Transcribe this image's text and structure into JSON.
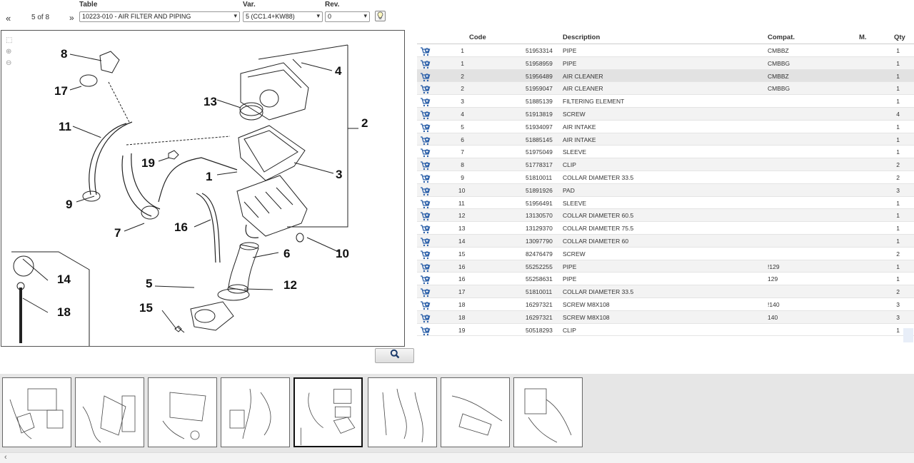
{
  "nav": {
    "prev": "«",
    "next": "»",
    "page_indicator": "5 of 8"
  },
  "selectors": {
    "table": {
      "label": "Table",
      "value": "10223-010 - AIR FILTER AND PIPING"
    },
    "var": {
      "label": "Var.",
      "value": "5 (CC1.4+KW88)"
    },
    "rev": {
      "label": "Rev.",
      "value": "0"
    }
  },
  "diagram": {
    "callouts": [
      "8",
      "17",
      "11",
      "9",
      "7",
      "19",
      "1",
      "13",
      "4",
      "2",
      "3",
      "16",
      "6",
      "10",
      "5",
      "12",
      "15",
      "14",
      "18"
    ]
  },
  "table": {
    "headers": {
      "code": "Code",
      "description": "Description",
      "compat": "Compat.",
      "m": "M.",
      "qty": "Qty"
    },
    "rows": [
      {
        "ref": "1",
        "code": "51953314",
        "desc": "PIPE",
        "compat": "CMBBZ",
        "qty": "1"
      },
      {
        "ref": "1",
        "code": "51958959",
        "desc": "PIPE",
        "compat": "CMBBG",
        "qty": "1"
      },
      {
        "ref": "2",
        "code": "51956489",
        "desc": "AIR CLEANER",
        "compat": "CMBBZ",
        "qty": "1"
      },
      {
        "ref": "2",
        "code": "51959047",
        "desc": "AIR CLEANER",
        "compat": "CMBBG",
        "qty": "1"
      },
      {
        "ref": "3",
        "code": "51885139",
        "desc": "FILTERING ELEMENT",
        "compat": "",
        "qty": "1"
      },
      {
        "ref": "4",
        "code": "51913819",
        "desc": "SCREW",
        "compat": "",
        "qty": "4"
      },
      {
        "ref": "5",
        "code": "51934097",
        "desc": "AIR INTAKE",
        "compat": "",
        "qty": "1"
      },
      {
        "ref": "6",
        "code": "51885145",
        "desc": "AIR INTAKE",
        "compat": "",
        "qty": "1"
      },
      {
        "ref": "7",
        "code": "51975049",
        "desc": "SLEEVE",
        "compat": "",
        "qty": "1"
      },
      {
        "ref": "8",
        "code": "51778317",
        "desc": "CLIP",
        "compat": "",
        "qty": "2"
      },
      {
        "ref": "9",
        "code": "51810011",
        "desc": "COLLAR DIAMETER 33.5",
        "compat": "",
        "qty": "2"
      },
      {
        "ref": "10",
        "code": "51891926",
        "desc": "PAD",
        "compat": "",
        "qty": "3"
      },
      {
        "ref": "11",
        "code": "51956491",
        "desc": "SLEEVE",
        "compat": "",
        "qty": "1"
      },
      {
        "ref": "12",
        "code": "13130570",
        "desc": "COLLAR DIAMETER 60.5",
        "compat": "",
        "qty": "1"
      },
      {
        "ref": "13",
        "code": "13129370",
        "desc": "COLLAR DIAMETER 75.5",
        "compat": "",
        "qty": "1"
      },
      {
        "ref": "14",
        "code": "13097790",
        "desc": "COLLAR DIAMETER 60",
        "compat": "",
        "qty": "1"
      },
      {
        "ref": "15",
        "code": "82476479",
        "desc": "SCREW",
        "compat": "",
        "qty": "2"
      },
      {
        "ref": "16",
        "code": "55252255",
        "desc": "PIPE",
        "compat": "!129",
        "qty": "1"
      },
      {
        "ref": "16",
        "code": "55258631",
        "desc": "PIPE",
        "compat": "129",
        "qty": "1"
      },
      {
        "ref": "17",
        "code": "51810011",
        "desc": "COLLAR DIAMETER 33.5",
        "compat": "",
        "qty": "2"
      },
      {
        "ref": "18",
        "code": "16297321",
        "desc": "SCREW M8X108",
        "compat": "!140",
        "qty": "3"
      },
      {
        "ref": "18",
        "code": "16297321",
        "desc": "SCREW M8X108",
        "compat": "140",
        "qty": "3"
      },
      {
        "ref": "19",
        "code": "50518293",
        "desc": "CLIP",
        "compat": "",
        "qty": "1"
      }
    ]
  },
  "bottom": {
    "scroll_left": "‹"
  },
  "colors": {
    "cart_icon": "#2b5fa8",
    "highlight_row": "#e2e2e2"
  }
}
